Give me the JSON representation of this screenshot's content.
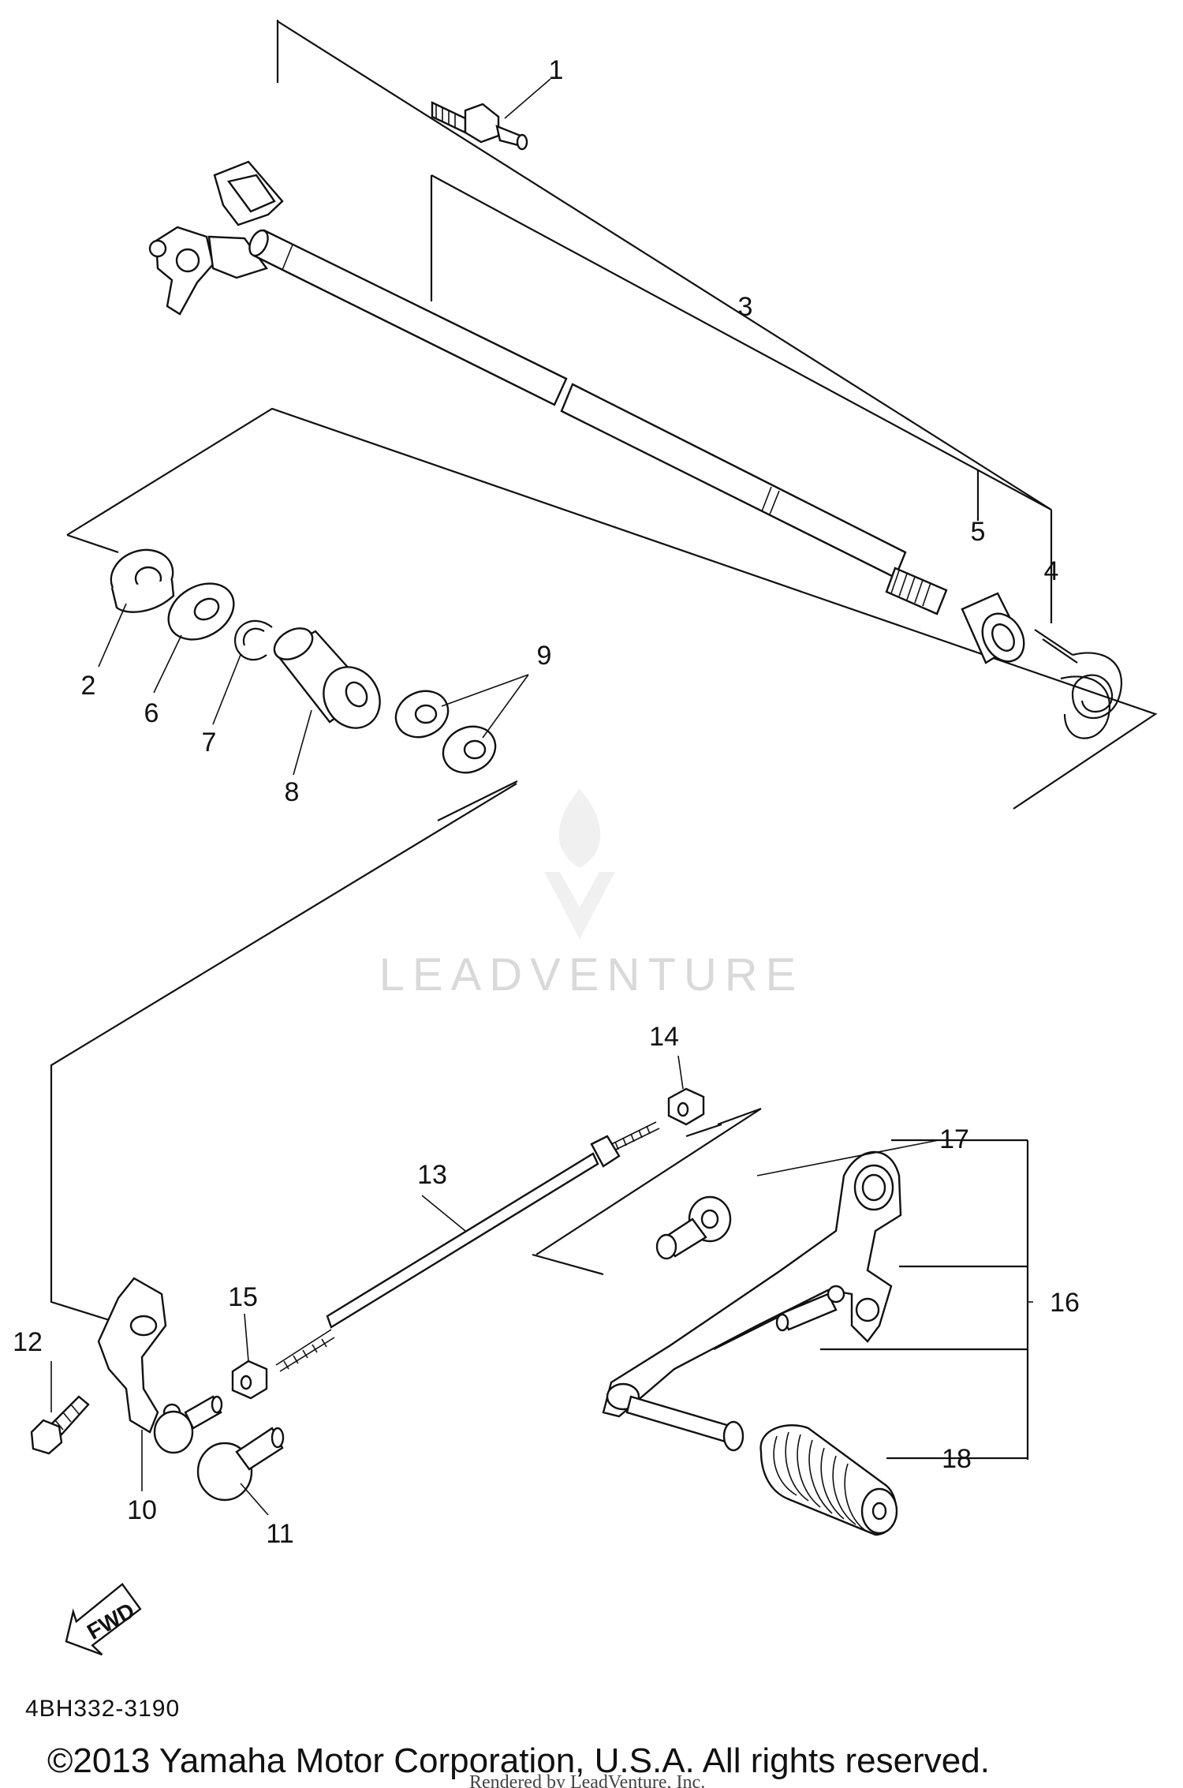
{
  "diagram": {
    "part_code": "4BH332-3190",
    "copyright": "©2013 Yamaha Motor Corporation, U.S.A. All rights reserved.",
    "rendered_by": "Rendered by LeadVenture, Inc.",
    "watermark": "LEADVENTURE",
    "direction_label": "FWD",
    "callouts": [
      "1",
      "2",
      "3",
      "4",
      "5",
      "6",
      "7",
      "8",
      "9",
      "10",
      "11",
      "12",
      "13",
      "14",
      "15",
      "16",
      "17",
      "18"
    ]
  }
}
